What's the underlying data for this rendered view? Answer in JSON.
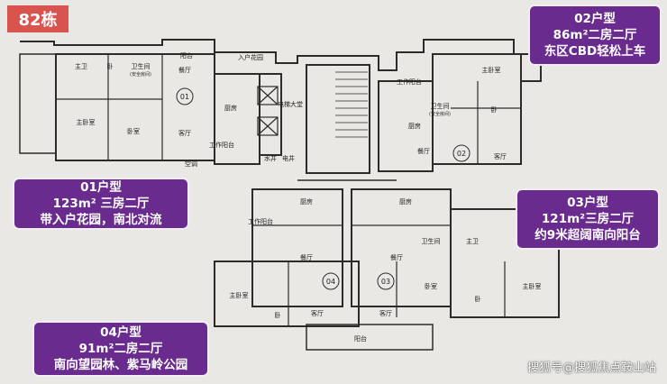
{
  "building_tag": "82栋",
  "units": [
    {
      "title": "02户型",
      "area": "86m²二房二厅",
      "feature": "东区CBD轻松上车"
    },
    {
      "title": "01户型",
      "area": "123m² 三房二厅",
      "feature": "带入户花园，南北对流"
    },
    {
      "title": "03户型",
      "area": "121m²三房二厅",
      "feature": "约9米超阔南向阳台"
    },
    {
      "title": "04户型",
      "area": "91m²二房二厅",
      "feature": "南向望园林、紫马岭公园"
    }
  ],
  "watermark": "搜狐号@搜狐焦点鞍山站",
  "plan_labels": {
    "yangtai": "阳台",
    "zhuwei": "主卫",
    "wo": "卧",
    "weishengjian": "卫生间",
    "anquan": "(安全房间)",
    "canting": "餐厅",
    "ketang": "客厅",
    "zhuwoshi": "主卧室",
    "woshi": "卧室",
    "chufang": "厨房",
    "gongzuo": "工作阳台",
    "kongtiao": "空调",
    "ruhu": "入户花园",
    "dianti": "电梯大堂",
    "shui": "水井",
    "dian": "电井",
    "unit01": "01",
    "unit02": "02",
    "unit03": "03",
    "unit04": "04"
  }
}
